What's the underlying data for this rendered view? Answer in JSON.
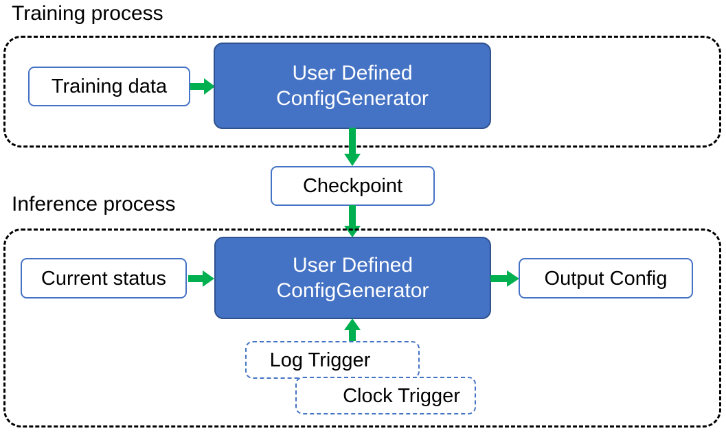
{
  "diagram": {
    "title_training": "Training process",
    "title_inference": "Inference process",
    "accent_blue": "#4472C4",
    "accent_blue_dark": "#2F528F",
    "arrow_green": "#00B050",
    "container_border": "#000000",
    "background": "#FFFFFF"
  },
  "training": {
    "heading": "Training process",
    "input_box": "Training data",
    "process_box_line1": "User Defined",
    "process_box_line2": "ConfigGenerator"
  },
  "shared": {
    "checkpoint_box": "Checkpoint"
  },
  "inference": {
    "heading": "Inference process",
    "input_box": "Current status",
    "process_box_line1": "User Defined",
    "process_box_line2": "ConfigGenerator",
    "output_box": "Output Config",
    "trigger_log": "Log Trigger",
    "trigger_clock": "Clock Trigger"
  },
  "arrows": [
    {
      "name": "training-data-to-generator",
      "direction": "right"
    },
    {
      "name": "training-generator-to-checkpoint",
      "direction": "down"
    },
    {
      "name": "checkpoint-to-inference-generator",
      "direction": "down"
    },
    {
      "name": "current-status-to-generator",
      "direction": "right"
    },
    {
      "name": "generator-to-output-config",
      "direction": "right"
    },
    {
      "name": "triggers-to-generator",
      "direction": "up"
    }
  ]
}
